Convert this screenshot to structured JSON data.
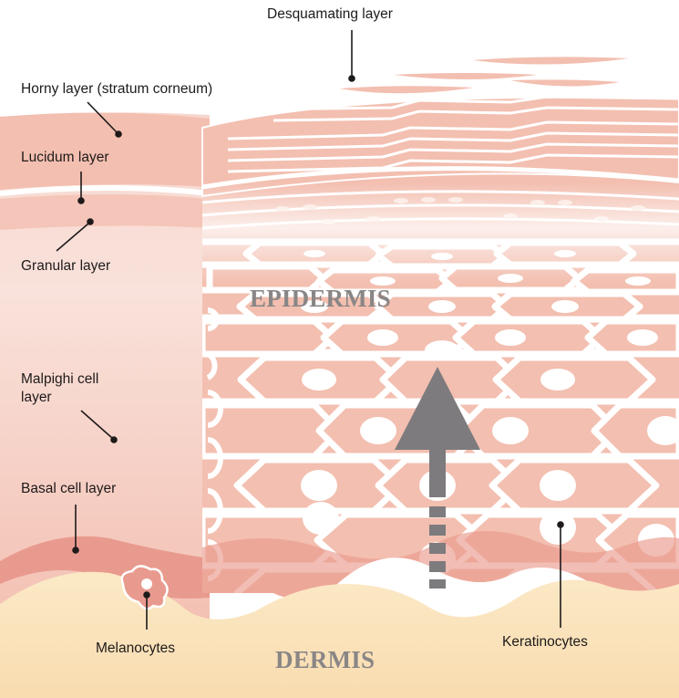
{
  "diagram": {
    "title": "Skin layers: epidermis and dermis",
    "regions": {
      "epidermis": "EPIDERMIS",
      "dermis": "DERMIS"
    },
    "labels": [
      {
        "id": "desquamating",
        "text": "Desquamating layer"
      },
      {
        "id": "horny",
        "text": "Horny layer (stratum corneum)"
      },
      {
        "id": "lucidum",
        "text": "Lucidum layer"
      },
      {
        "id": "granular",
        "text": "Granular layer"
      },
      {
        "id": "malpighi_line1",
        "text": "Malpighi cell"
      },
      {
        "id": "malpighi_line2",
        "text": "layer"
      },
      {
        "id": "basal",
        "text": "Basal cell layer"
      },
      {
        "id": "melanocytes",
        "text": "Melanocytes"
      },
      {
        "id": "keratinocytes",
        "text": "Keratinocytes"
      }
    ],
    "arrow": {
      "direction": "up",
      "meaning": "cell migration toward surface",
      "color": "#7d7b7e"
    },
    "colors": {
      "epidermis_pink": "#f3bfb0",
      "epidermis_light": "#f7d6cc",
      "basal_pink": "#e99a8e",
      "dermis_cream": "#fbe3b8",
      "cell_outline": "#ffffff",
      "text_dark": "#1e1a1a",
      "region_text": "#8a8686"
    }
  }
}
